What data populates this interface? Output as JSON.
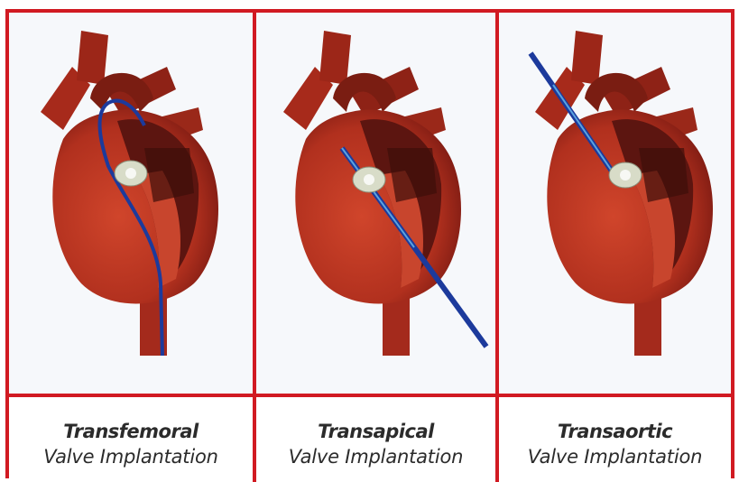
{
  "panels": [
    {
      "title": "Transfemoral",
      "subtitle": "Valve Implantation"
    },
    {
      "title": "Transapical",
      "subtitle": "Valve Implantation"
    },
    {
      "title": "Transaortic",
      "subtitle": "Valve Implantation"
    }
  ],
  "colors": {
    "border": "#d11a22",
    "heart_wall": "#b5301f",
    "heart_dark": "#5c1510",
    "catheter": "#1c3a9c",
    "valve": "#d8dcc8"
  }
}
